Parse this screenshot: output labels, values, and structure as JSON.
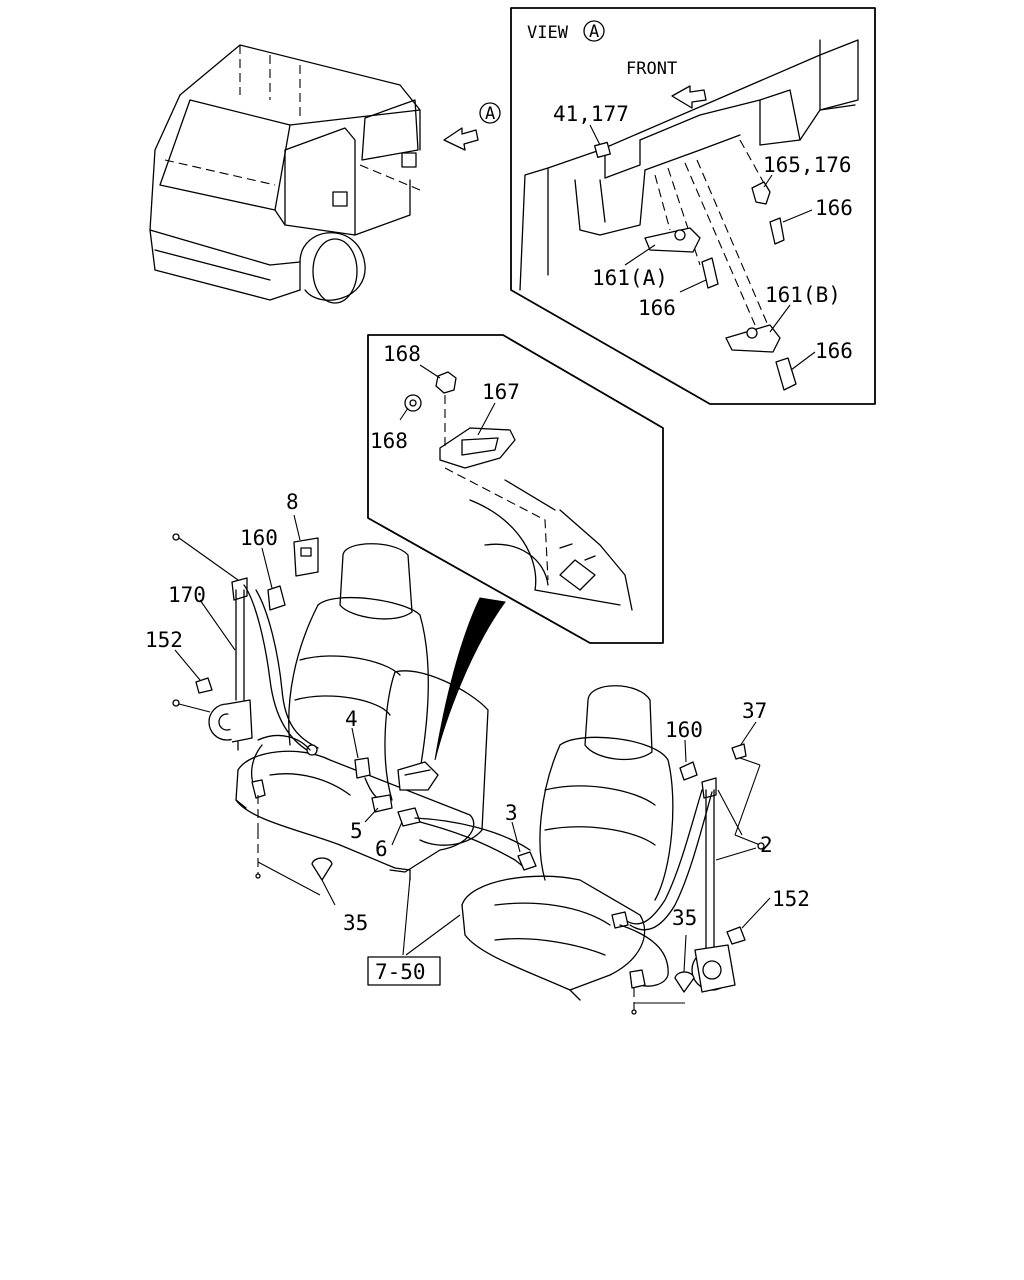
{
  "view_header": {
    "prefix": "VIEW",
    "marker": "A"
  },
  "view_marker": "A",
  "front_label": "FRONT",
  "callouts": {
    "c41_177": "41,177",
    "c165_176": "165,176",
    "c166_a": "166",
    "c161a": "161(A)",
    "c166_b": "166",
    "c161b": "161(B)",
    "c166_c": "166",
    "c168_top": "168",
    "c167": "167",
    "c168_left": "168",
    "c8": "8",
    "c160_left": "160",
    "c170": "170",
    "c152_left": "152",
    "c4": "4",
    "c5": "5",
    "c6": "6",
    "c3": "3",
    "c35_left": "35",
    "c160_right": "160",
    "c37": "37",
    "c2": "2",
    "c152_right": "152",
    "c35_right": "35",
    "ref_box": "7-50"
  },
  "colors": {
    "line": "#000000",
    "background": "#ffffff"
  }
}
